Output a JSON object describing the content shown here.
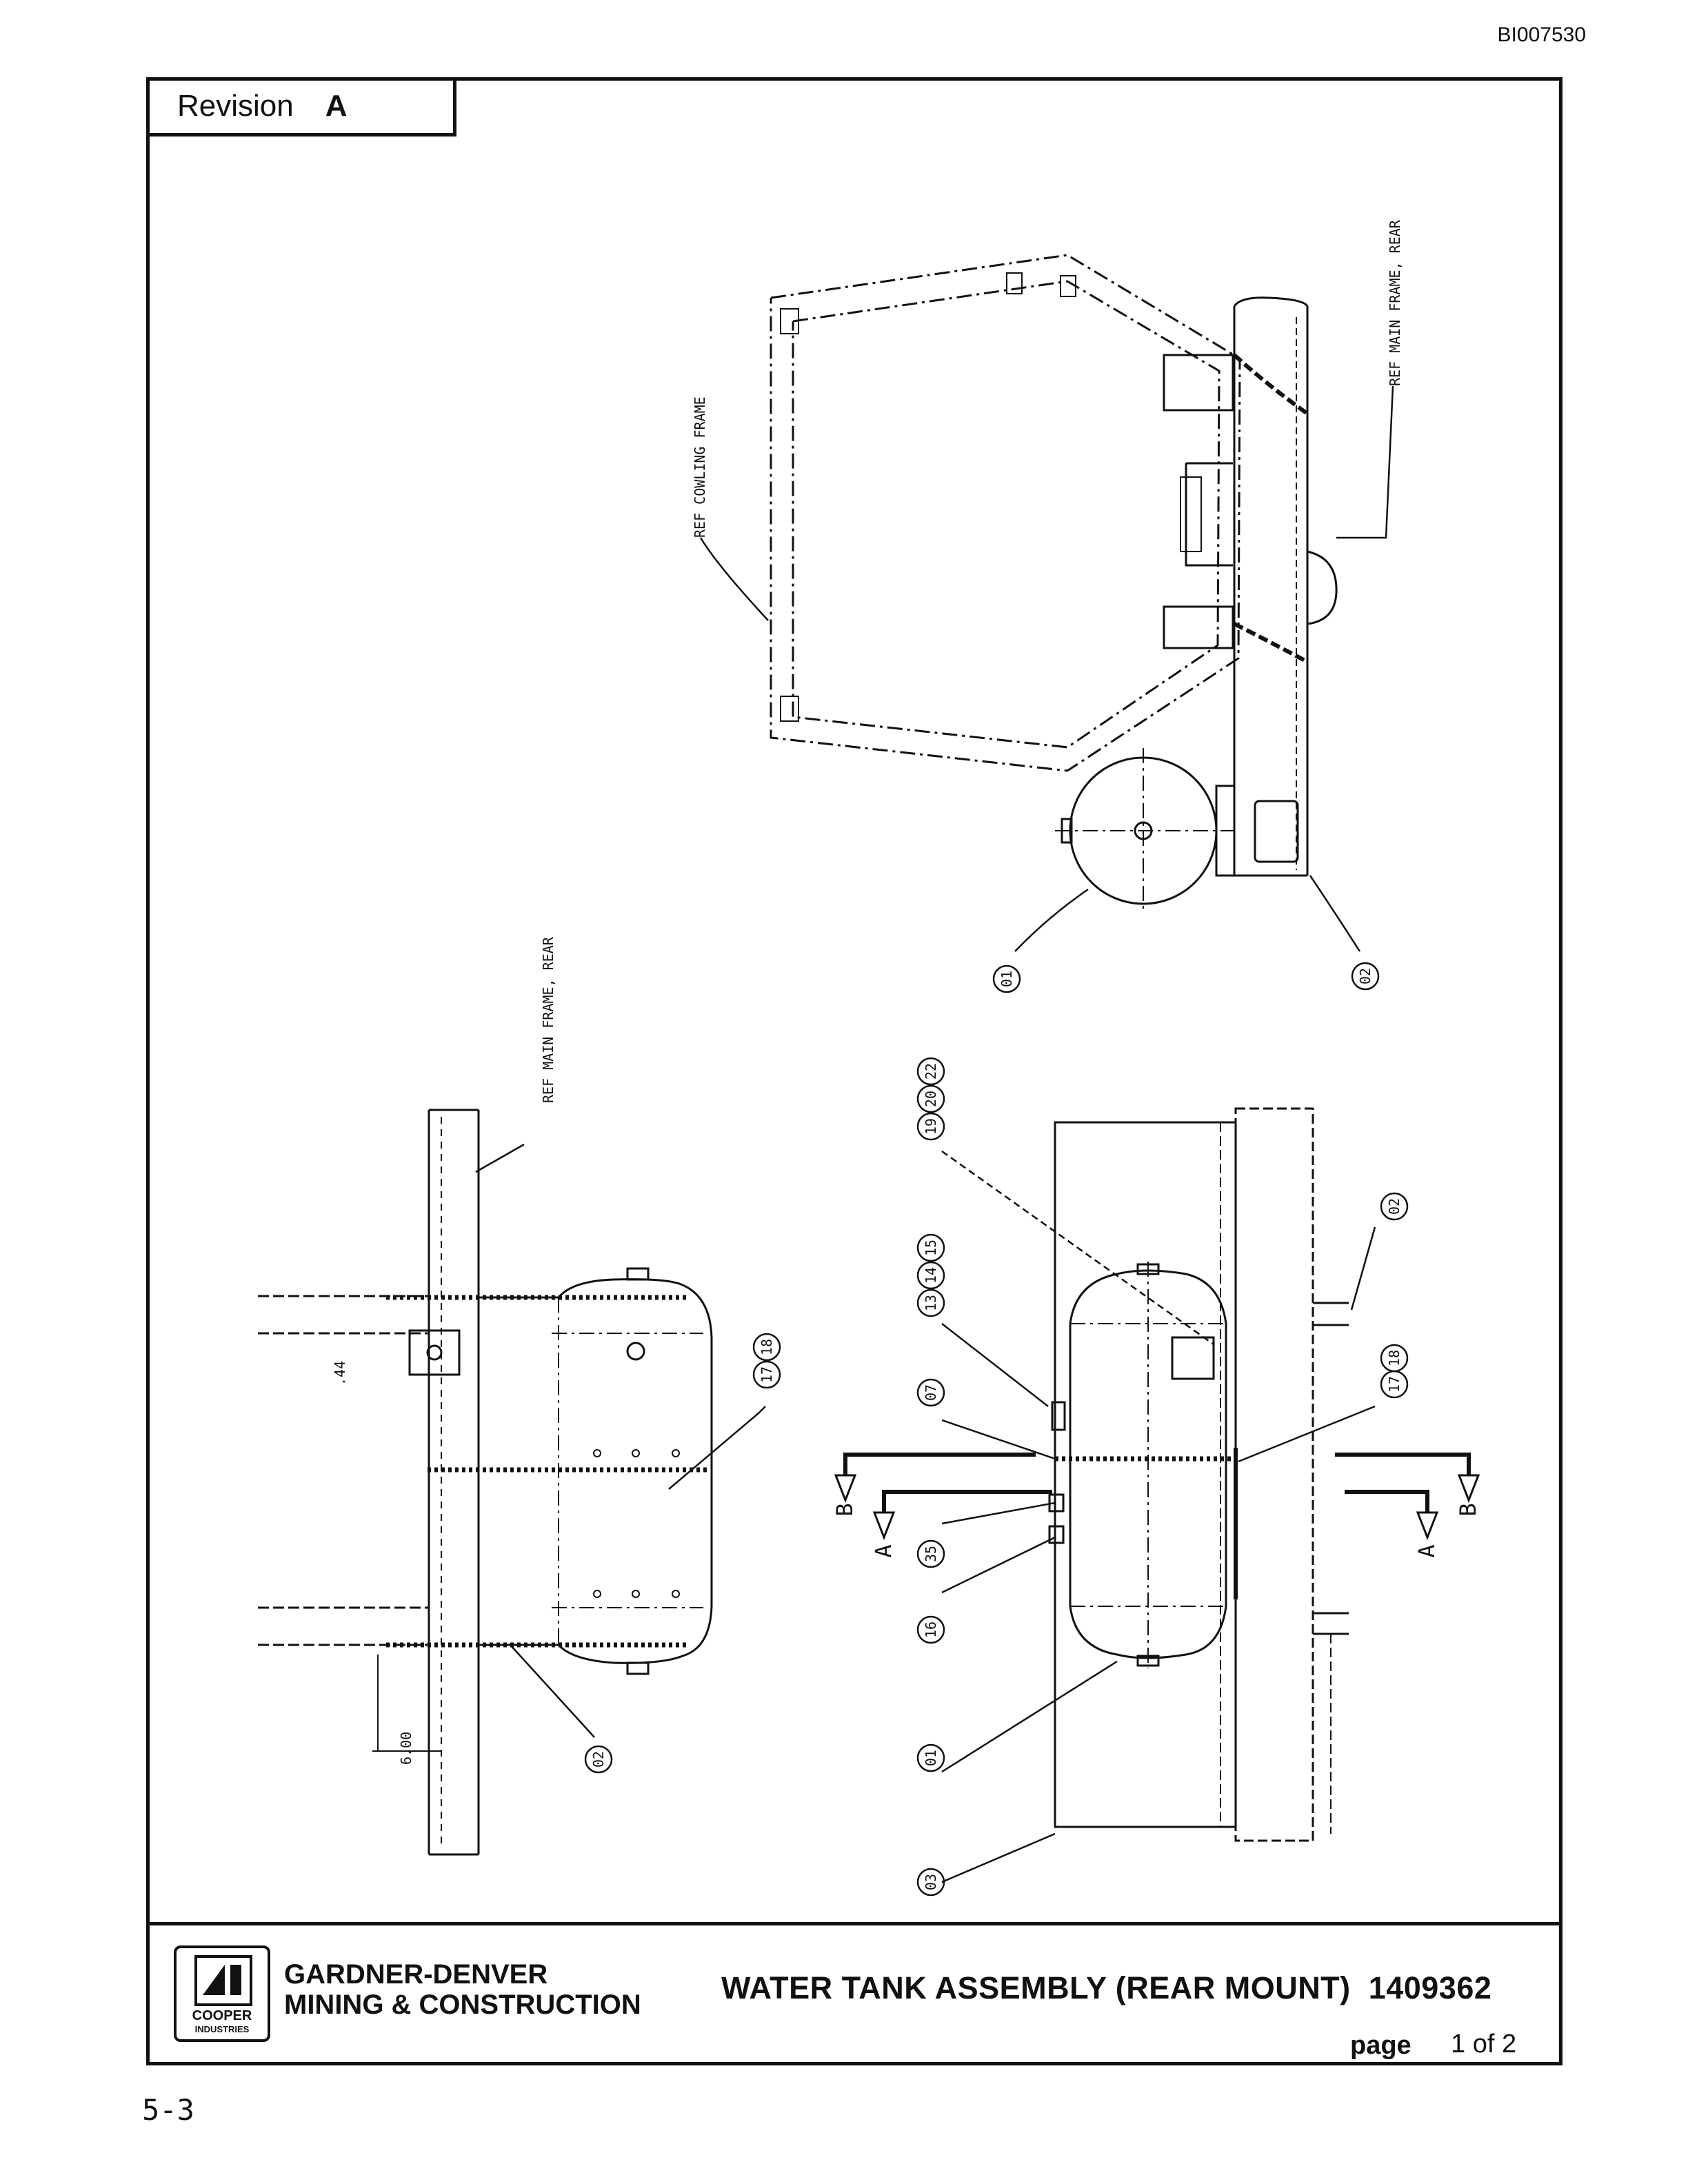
{
  "document_id": "BI007530",
  "revision": {
    "label": "Revision",
    "letter": "A"
  },
  "notes": {
    "ref_cowling_frame": "REF COWLING FRAME",
    "ref_main_frame_rear": "REF MAIN FRAME, REAR",
    "ref_main_frame_rear_2": "REF MAIN FRAME, REAR"
  },
  "callouts": {
    "top": [
      "01",
      "02"
    ],
    "left": [
      "17",
      "18",
      "02"
    ],
    "right": [
      "19",
      "20",
      "22",
      "13",
      "14",
      "15",
      "07",
      "35",
      "16",
      "01",
      "03",
      "02",
      "17",
      "18"
    ]
  },
  "dimensions": {
    "a": ".44",
    "b": "6.00"
  },
  "section_marks": {
    "b": "B",
    "a": "A"
  },
  "title_block": {
    "logo_top": "COOPER",
    "logo_bottom": "INDUSTRIES",
    "company_line1": "GARDNER-DENVER",
    "company_line2": "MINING & CONSTRUCTION",
    "title": "WATER TANK ASSEMBLY (REAR MOUNT)",
    "part_number": "1409362",
    "page_label": "page",
    "page_value": "1 of 2"
  },
  "footer": "5-3",
  "colors": {
    "ink": "#111111",
    "paper": "#ffffff"
  },
  "icons": [
    "cooper-industries-logo"
  ]
}
